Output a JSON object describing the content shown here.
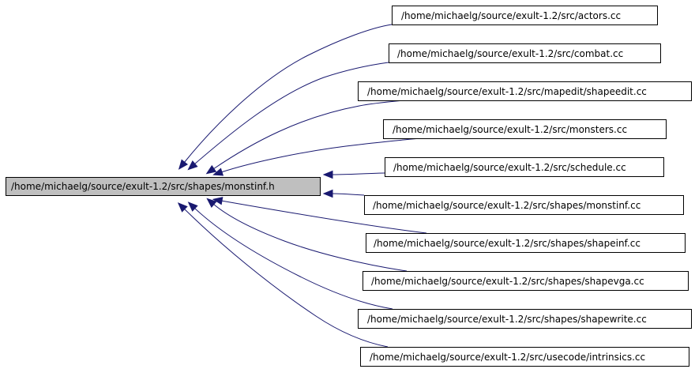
{
  "diagram": {
    "type": "include-dependency-graph",
    "colors": {
      "edge": "#191970",
      "center_fill": "#bfbfbf",
      "node_fill": "#ffffff",
      "border": "#000000"
    },
    "center": {
      "label": "/home/michaelg/source/exult-1.2/src/shapes/monstinf.h"
    },
    "dependents": [
      {
        "label": "/home/michaelg/source/exult-1.2/src/actors.cc"
      },
      {
        "label": "/home/michaelg/source/exult-1.2/src/combat.cc"
      },
      {
        "label": "/home/michaelg/source/exult-1.2/src/mapedit/shapeedit.cc"
      },
      {
        "label": "/home/michaelg/source/exult-1.2/src/monsters.cc"
      },
      {
        "label": "/home/michaelg/source/exult-1.2/src/schedule.cc"
      },
      {
        "label": "/home/michaelg/source/exult-1.2/src/shapes/monstinf.cc"
      },
      {
        "label": "/home/michaelg/source/exult-1.2/src/shapes/shapeinf.cc"
      },
      {
        "label": "/home/michaelg/source/exult-1.2/src/shapes/shapevga.cc"
      },
      {
        "label": "/home/michaelg/source/exult-1.2/src/shapes/shapewrite.cc"
      },
      {
        "label": "/home/michaelg/source/exult-1.2/src/usecode/intrinsics.cc"
      }
    ]
  }
}
